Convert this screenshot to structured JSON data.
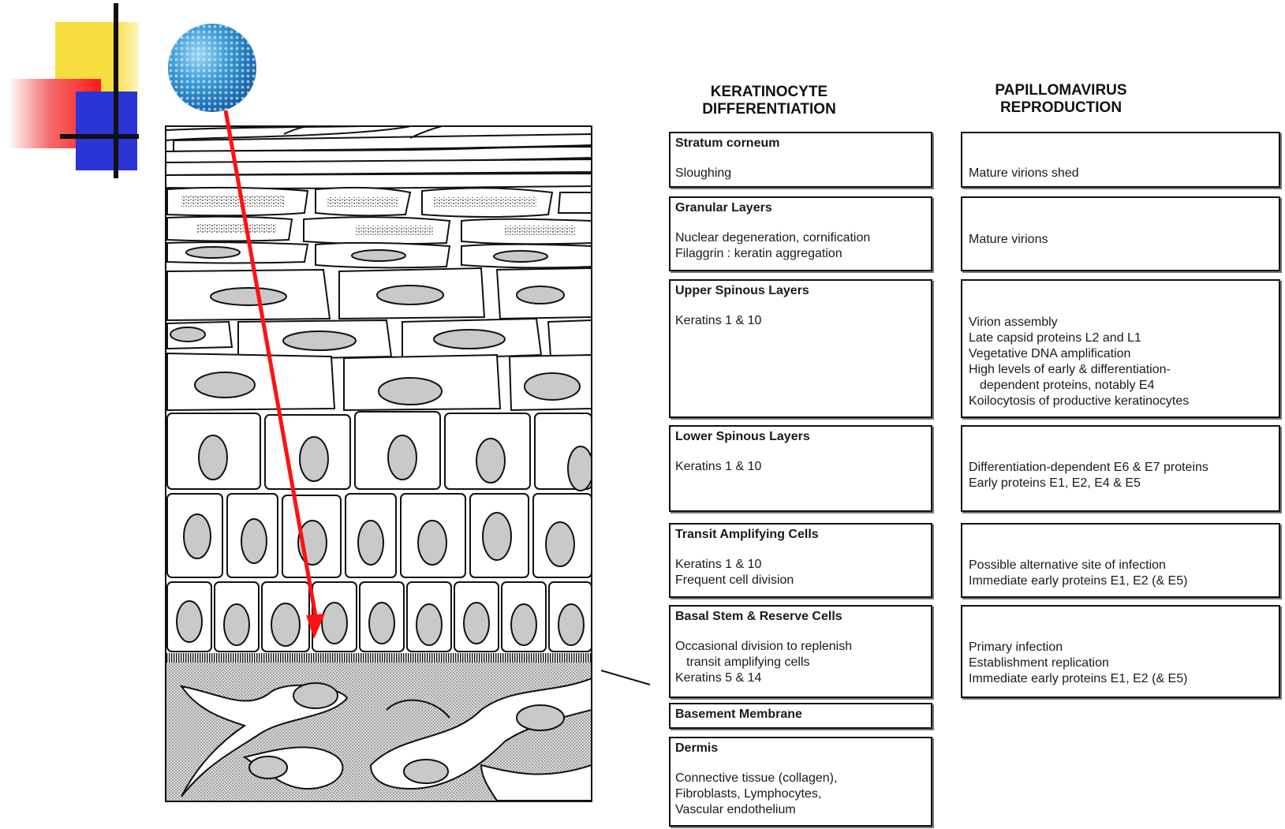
{
  "headers": {
    "left": [
      "KERATINOCYTE",
      "DIFFERENTIATION"
    ],
    "right": [
      "PAPILLOMAVIRUS",
      "REPRODUCTION"
    ]
  },
  "layers": [
    {
      "title": "Stratum corneum",
      "lines": [
        "Sloughing"
      ]
    },
    {
      "title": "Granular Layers",
      "lines": [
        "Nuclear degeneration, cornification",
        "Filaggrin : keratin aggregation"
      ]
    },
    {
      "title": "Upper Spinous Layers",
      "lines": [
        "Keratins 1 & 10"
      ]
    },
    {
      "title": "Lower Spinous Layers",
      "lines": [
        "Keratins 1 & 10"
      ]
    },
    {
      "title": "Transit Amplifying Cells",
      "lines": [
        "Keratins 1 & 10",
        "Frequent cell division"
      ]
    },
    {
      "title": "Basal Stem & Reserve Cells",
      "lines": [
        "Occasional division to replenish",
        "transit amplifying cells",
        "Keratins 5 & 14"
      ]
    },
    {
      "title": "Basement Membrane",
      "lines": []
    },
    {
      "title": "Dermis",
      "lines": [
        "Connective tissue (collagen),",
        "Fibroblasts, Lymphocytes,",
        "Vascular endothelium"
      ]
    }
  ],
  "reproduction": [
    [
      "Mature virions shed"
    ],
    [
      "Mature virions"
    ],
    [
      "Virion assembly",
      "Late capsid proteins L2 and L1",
      "Vegetative DNA amplification",
      "High levels of early & differentiation-",
      "dependent proteins, notably E4",
      "Koilocytosis of productive keratinocytes"
    ],
    [
      "Differentiation-dependent E6 & E7 proteins",
      "Early proteins E1, E2, E4 & E5"
    ],
    [
      "Possible alternative site of infection",
      "Immediate early proteins E1, E2 (& E5)"
    ],
    [
      "Primary infection",
      "Establishment replication",
      "Immediate early proteins E1, E2 (& E5)"
    ]
  ],
  "colors": {
    "arrow": "#ff1111",
    "nucleus": "#c9c9c9",
    "dermis": "#d2d2d2"
  },
  "icons": {
    "virus": "virus-particle-icon",
    "arrow": "infection-arrow-icon"
  }
}
